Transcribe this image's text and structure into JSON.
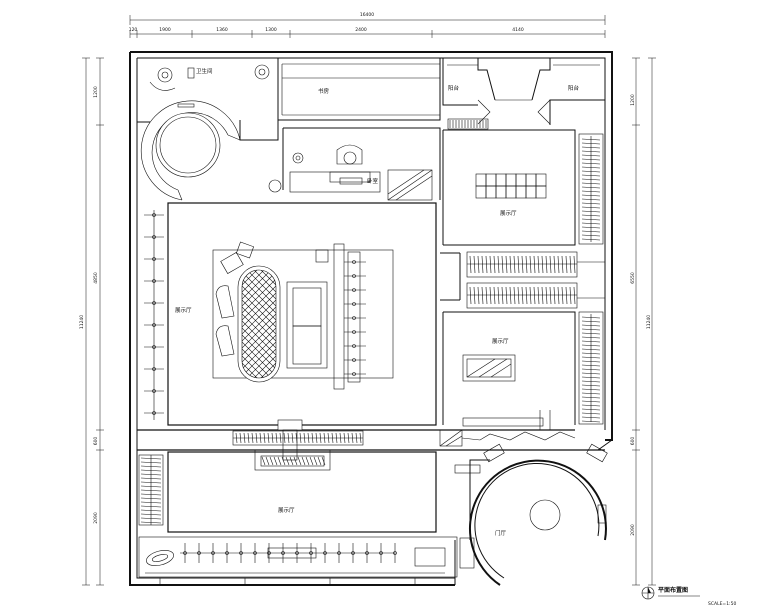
{
  "dims": {
    "top_total": "16400",
    "top": [
      "120",
      "1900",
      "1360",
      "1300",
      "2400",
      "4140"
    ],
    "left": [
      "1200",
      "4850",
      "600",
      "2090"
    ],
    "left_total": "11240",
    "right": [
      "1200",
      "6550",
      "600",
      "2090"
    ],
    "right_total": "11240"
  },
  "rooms": {
    "bathroom": "卫生间",
    "study": "书房",
    "stair_label": "",
    "bedroom": "卧室",
    "balcony_left": "阳台",
    "balcony_right": "阳台",
    "north_hall": "展示厅",
    "center_hall": "展示厅",
    "south_hall": "展示厅",
    "lower_hall": "展示厅",
    "entrance": "门厅"
  },
  "title": {
    "name": "平面布置图",
    "scale": "SCALE=1:50"
  }
}
